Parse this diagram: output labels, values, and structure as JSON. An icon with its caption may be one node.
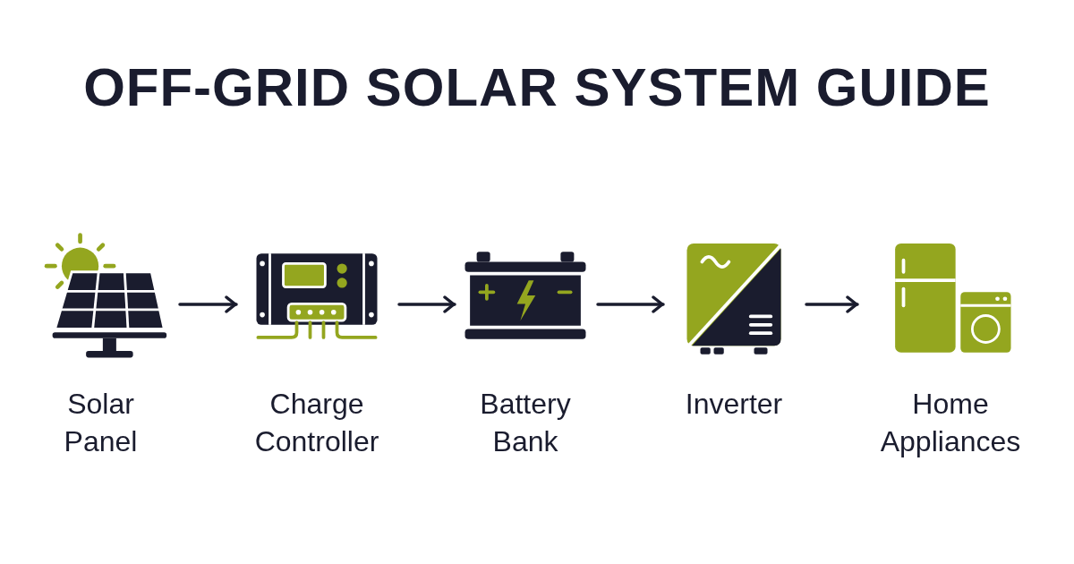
{
  "diagram": {
    "title": "OFF-GRID SOLAR SYSTEM GUIDE",
    "nodes": [
      {
        "text": [
          "Solar Panel"
        ]
      },
      {
        "text": [
          "Charge Controller"
        ]
      },
      {
        "text": [
          "Battery Bank"
        ]
      },
      {
        "text": [
          "Inverter"
        ]
      },
      {
        "text": [
          "Home Appliances"
        ]
      }
    ],
    "edges": [
      {
        "from": 0,
        "to": 1,
        "arrow": "to"
      },
      {
        "from": 1,
        "to": 2,
        "arrow": "to"
      },
      {
        "from": 2,
        "to": 3,
        "arrow": "to"
      },
      {
        "from": 3,
        "to": 4,
        "arrow": "to"
      }
    ]
  }
}
